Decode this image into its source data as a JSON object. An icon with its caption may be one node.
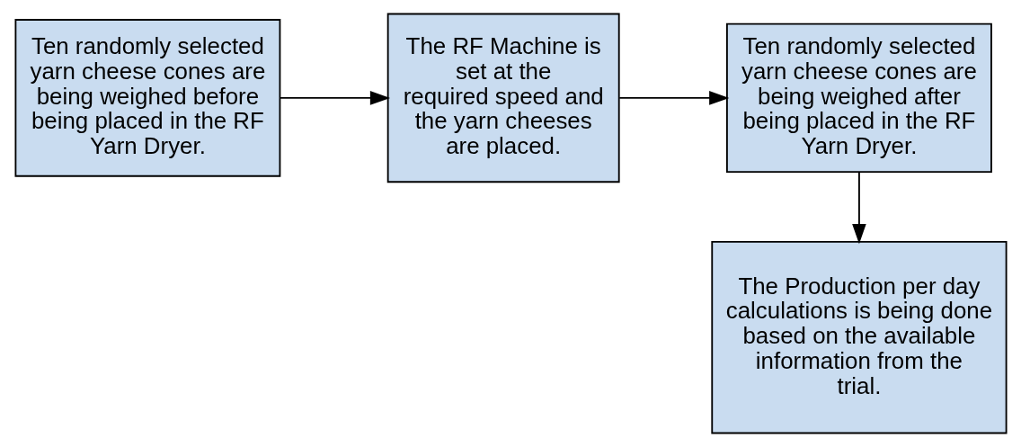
{
  "diagram": {
    "nodes": [
      {
        "text": [
          "Ten randomly selected yarn cheese cones are being weighed before being placed in the RF Yarn Dryer."
        ]
      },
      {
        "text": [
          "The RF Machine is set at the required speed and the yarn cheeses are placed."
        ]
      },
      {
        "text": [
          "Ten randomly selected yarn cheese cones are being weighed after being placed in the RF Yarn Dryer."
        ]
      },
      {
        "text": [
          "The Production per day calculations is being done based on the available information from the trial."
        ]
      }
    ],
    "edges": [
      {
        "from": 0,
        "to": 1,
        "arrow": "to"
      },
      {
        "from": 1,
        "to": 2,
        "arrow": "to"
      },
      {
        "from": 2,
        "to": 3,
        "arrow": "to"
      }
    ]
  }
}
